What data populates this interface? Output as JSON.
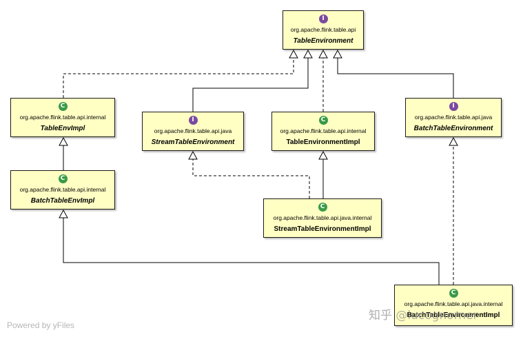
{
  "nodes": [
    {
      "key": "te",
      "kind": "I",
      "package": "org.apache.flink.table.api",
      "name": "TableEnvironment",
      "italic": true
    },
    {
      "key": "tei",
      "kind": "C",
      "package": "org.apache.flink.table.api.internal",
      "name": "TableEnvImpl",
      "italic": true
    },
    {
      "key": "ste",
      "kind": "I",
      "package": "org.apache.flink.table.api.java",
      "name": "StreamTableEnvironment",
      "italic": true
    },
    {
      "key": "teimpl",
      "kind": "C",
      "package": "org.apache.flink.table.api.internal",
      "name": "TableEnvironmentImpl",
      "italic": false
    },
    {
      "key": "bte",
      "kind": "I",
      "package": "org.apache.flink.table.api.java",
      "name": "BatchTableEnvironment",
      "italic": true
    },
    {
      "key": "btei",
      "kind": "C",
      "package": "org.apache.flink.table.api.internal",
      "name": "BatchTableEnvImpl",
      "italic": true
    },
    {
      "key": "stei",
      "kind": "C",
      "package": "org.apache.flink.table.api.java.internal",
      "name": "StreamTableEnvironmentImpl",
      "italic": false
    },
    {
      "key": "bteimpl",
      "kind": "C",
      "package": "org.apache.flink.table.api.java.internal",
      "name": "BatchTableEnvironmentImpl",
      "italic": false
    }
  ],
  "footer": "Powered by yFiles",
  "watermark": "知乎 @lucognorner"
}
